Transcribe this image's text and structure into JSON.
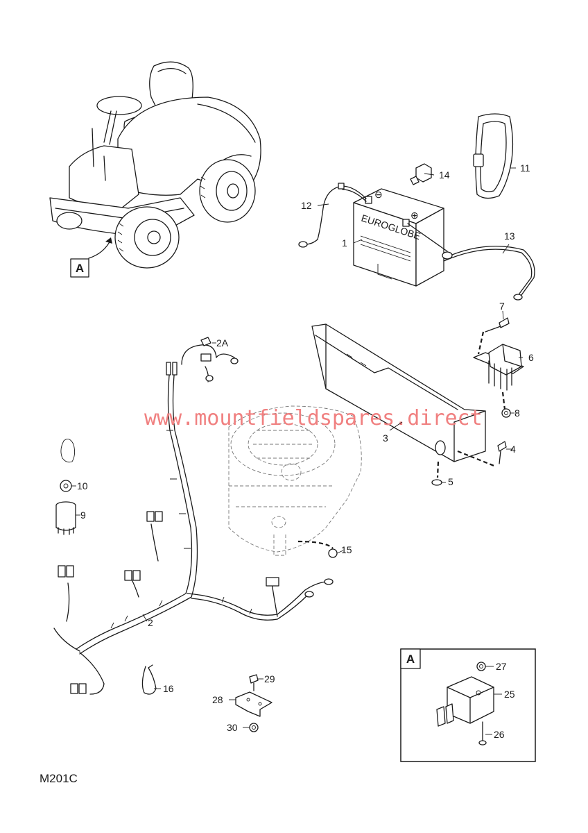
{
  "watermark": "www.mountfieldspares.direct",
  "drawing_code": "M201C",
  "view_callout": "A",
  "detail_box_label": "A",
  "battery_brand": "EUROGLOBE",
  "battery_terminals": {
    "negative": "⊖",
    "positive": "⊕"
  },
  "part_labels": {
    "p1": "1",
    "p2": "2",
    "p2a": "2A",
    "p3": "3",
    "p4": "4",
    "p5": "5",
    "p6": "6",
    "p7": "7",
    "p8": "8",
    "p9": "9",
    "p10": "10",
    "p11": "11",
    "p12": "12",
    "p13": "13",
    "p14": "14",
    "p15": "15",
    "p16": "16",
    "p25": "25",
    "p26": "26",
    "p27": "27",
    "p28": "28",
    "p29": "29",
    "p30": "30"
  }
}
